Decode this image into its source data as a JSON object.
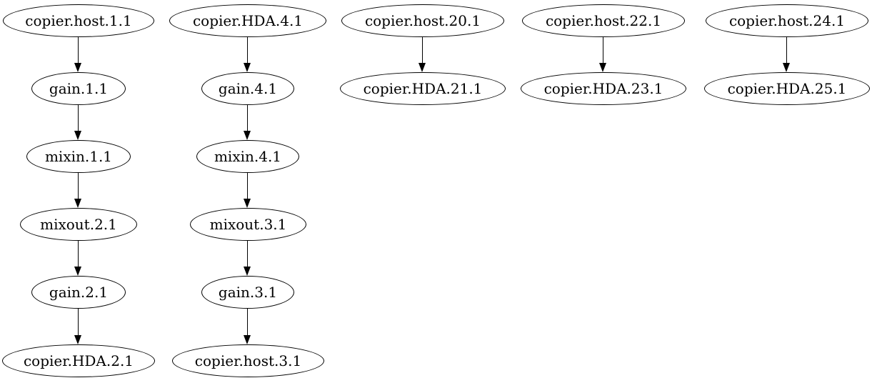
{
  "diagram": {
    "type": "directed-graph",
    "orientation": "top-to-bottom",
    "colors": {
      "background": "#ffffff",
      "node_fill": "#ffffff",
      "node_stroke": "#000000",
      "edge": "#000000",
      "text": "#000000"
    },
    "node_shape": "ellipse",
    "chains": [
      {
        "nodes": [
          "copier.host.1.1",
          "gain.1.1",
          "mixin.1.1",
          "mixout.2.1",
          "gain.2.1",
          "copier.HDA.2.1"
        ]
      },
      {
        "nodes": [
          "copier.HDA.4.1",
          "gain.4.1",
          "mixin.4.1",
          "mixout.3.1",
          "gain.3.1",
          "copier.host.3.1"
        ]
      },
      {
        "nodes": [
          "copier.host.20.1",
          "copier.HDA.21.1"
        ]
      },
      {
        "nodes": [
          "copier.host.22.1",
          "copier.HDA.23.1"
        ]
      },
      {
        "nodes": [
          "copier.host.24.1",
          "copier.HDA.25.1"
        ]
      }
    ],
    "edges": [
      [
        "copier.host.1.1",
        "gain.1.1"
      ],
      [
        "gain.1.1",
        "mixin.1.1"
      ],
      [
        "mixin.1.1",
        "mixout.2.1"
      ],
      [
        "mixout.2.1",
        "gain.2.1"
      ],
      [
        "gain.2.1",
        "copier.HDA.2.1"
      ],
      [
        "copier.HDA.4.1",
        "gain.4.1"
      ],
      [
        "gain.4.1",
        "mixin.4.1"
      ],
      [
        "mixin.4.1",
        "mixout.3.1"
      ],
      [
        "mixout.3.1",
        "gain.3.1"
      ],
      [
        "gain.3.1",
        "copier.host.3.1"
      ],
      [
        "copier.host.20.1",
        "copier.HDA.21.1"
      ],
      [
        "copier.host.22.1",
        "copier.HDA.23.1"
      ],
      [
        "copier.host.24.1",
        "copier.HDA.25.1"
      ]
    ]
  }
}
